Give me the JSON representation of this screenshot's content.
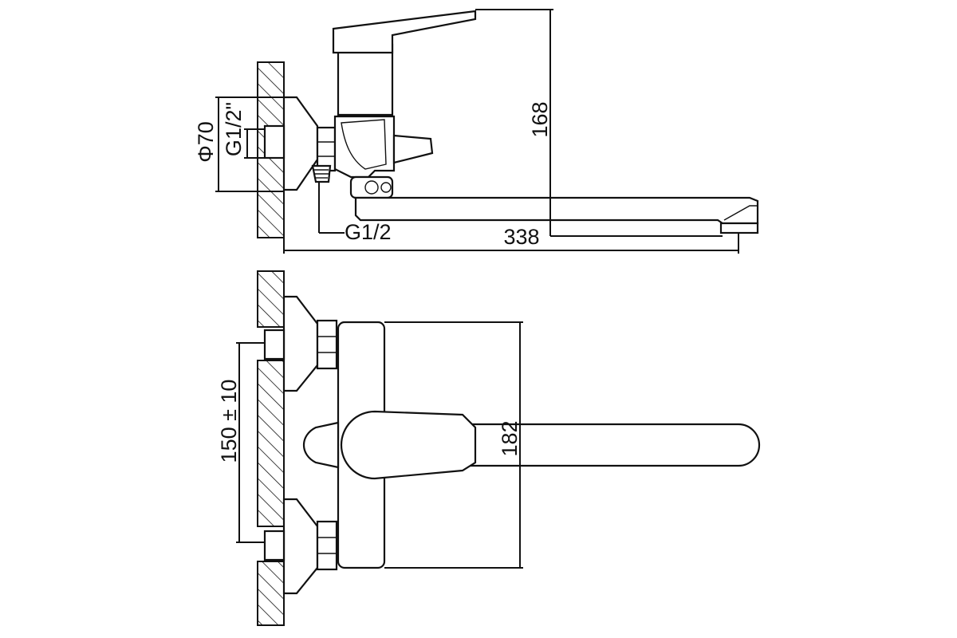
{
  "dimensions": {
    "height_total": "168",
    "spout_reach": "338",
    "flange_diameter": "Φ70",
    "inlet_thread_top": "G1/2\"",
    "inlet_thread_bottom": "G1/2",
    "center_distance": "150 ± 10",
    "body_length": "182"
  },
  "colors": {
    "line": "#111111",
    "background": "#ffffff"
  }
}
